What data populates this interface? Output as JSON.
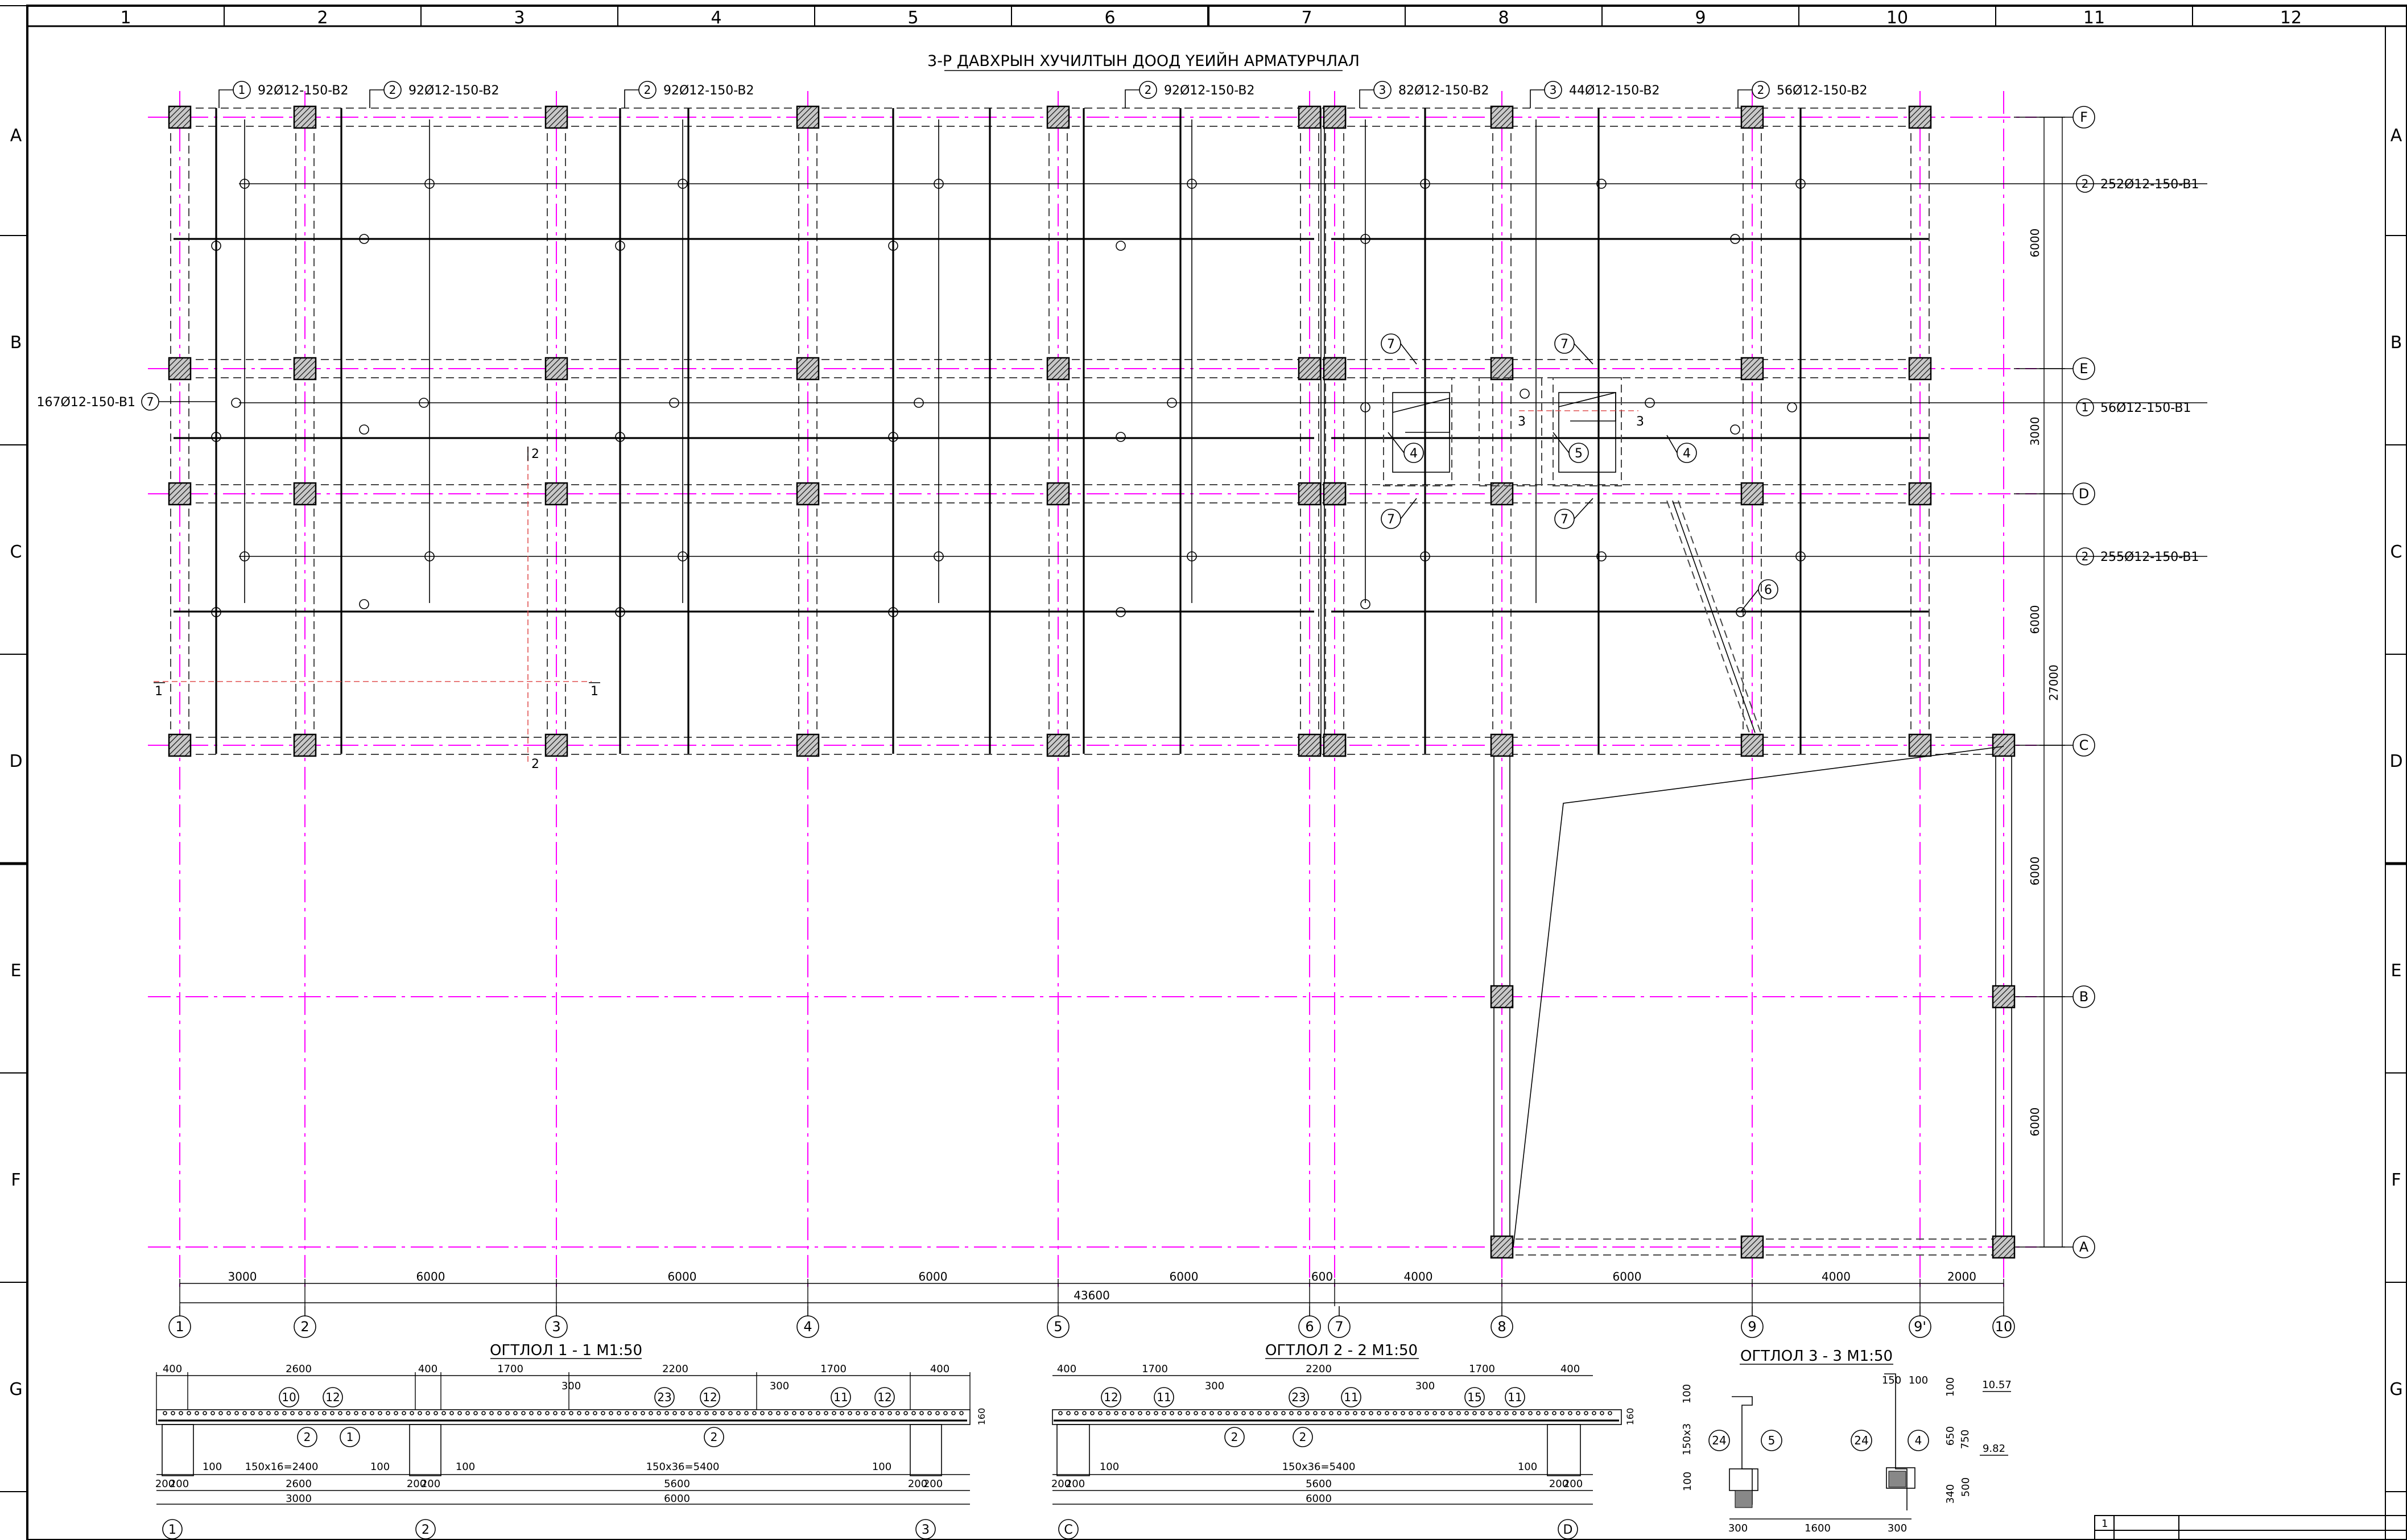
{
  "title": "3-Р ДАВХРЫН ХУЧИЛТЫН ДООД ҮЕИЙН АРМАТУРЧЛАЛ",
  "border": {
    "columns": [
      "1",
      "2",
      "3",
      "4",
      "5",
      "6",
      "7",
      "8",
      "9",
      "10",
      "11",
      "12"
    ],
    "rows": [
      "A",
      "B",
      "C",
      "D",
      "E",
      "F",
      "G"
    ]
  },
  "axes": {
    "numbered": [
      "1",
      "2",
      "3",
      "4",
      "5",
      "6",
      "7",
      "8",
      "9",
      "9'",
      "10"
    ],
    "lettered": [
      "F",
      "E",
      "D",
      "C",
      "B",
      "A"
    ]
  },
  "top_labels": [
    {
      "num": "1",
      "text": "92Ø12-150-B2"
    },
    {
      "num": "2",
      "text": "92Ø12-150-B2"
    },
    {
      "num": "2",
      "text": "92Ø12-150-B2"
    },
    {
      "num": "2",
      "text": "92Ø12-150-B2"
    },
    {
      "num": "3",
      "text": "82Ø12-150-B2"
    },
    {
      "num": "3",
      "text": "44Ø12-150-B2"
    },
    {
      "num": "2",
      "text": "56Ø12-150-B2"
    }
  ],
  "right_labels": [
    {
      "num": "2",
      "text": "252Ø12-150-B1"
    },
    {
      "num": "1",
      "text": "56Ø12-150-B1"
    },
    {
      "num": "2",
      "text": "255Ø12-150-B1"
    }
  ],
  "left_label": {
    "num": "7",
    "text": "167Ø12-150-B1"
  },
  "bottom_dims": [
    "3000",
    "6000",
    "6000",
    "6000",
    "6000",
    "600",
    "4000",
    "6000",
    "4000",
    "2000"
  ],
  "bottom_total": "43600",
  "right_dims": [
    "6000",
    "3000",
    "6000",
    "6000",
    "6000"
  ],
  "right_total": "27000",
  "markers": [
    "7",
    "7",
    "4",
    "5",
    "4",
    "7",
    "7",
    "6"
  ],
  "section_marks": {
    "s1": "1",
    "s2": "2",
    "s3": "3"
  },
  "sections": [
    {
      "title": "ОГТЛОЛ 1 - 1 М1:50",
      "top_dims": [
        "400",
        "2600",
        "400",
        "1700",
        "2200",
        "1700",
        "400"
      ],
      "small_dims": [
        "300",
        "300"
      ],
      "inner": [
        "100",
        "150x16=2400",
        "100",
        "100",
        "150x36=5400",
        "100"
      ],
      "mid": [
        "200",
        "200",
        "2600",
        "200",
        "200",
        "5600",
        "200",
        "200"
      ],
      "bottom": [
        "3000",
        "6000"
      ],
      "axes": [
        "1",
        "2",
        "3"
      ],
      "tags": [
        "10",
        "12",
        "2",
        "1",
        "23",
        "12",
        "2",
        "11",
        "12"
      ],
      "h": "160"
    },
    {
      "title": "ОГТЛОЛ 2 - 2 М1:50",
      "top_dims": [
        "400",
        "1700",
        "2200",
        "1700",
        "400"
      ],
      "small_dims": [
        "300",
        "300"
      ],
      "inner": [
        "100",
        "150x36=5400",
        "100"
      ],
      "mid": [
        "200",
        "200",
        "5600",
        "200",
        "200"
      ],
      "bottom": [
        "6000"
      ],
      "axes": [
        "C",
        "D"
      ],
      "tags": [
        "12",
        "11",
        "2",
        "23",
        "2",
        "11",
        "15",
        "11"
      ],
      "h": "160"
    },
    {
      "title": "ОГТЛОЛ 3 - 3 М1:50",
      "dims": [
        "100",
        "150x3",
        "100",
        "150",
        "100",
        "100",
        "650",
        "750",
        "500",
        "340",
        "300",
        "1600",
        "300"
      ],
      "levels": [
        "10.57",
        "9.82"
      ],
      "tags": [
        "24",
        "5",
        "24",
        "4"
      ]
    }
  ],
  "title_block": {
    "row": "1"
  }
}
